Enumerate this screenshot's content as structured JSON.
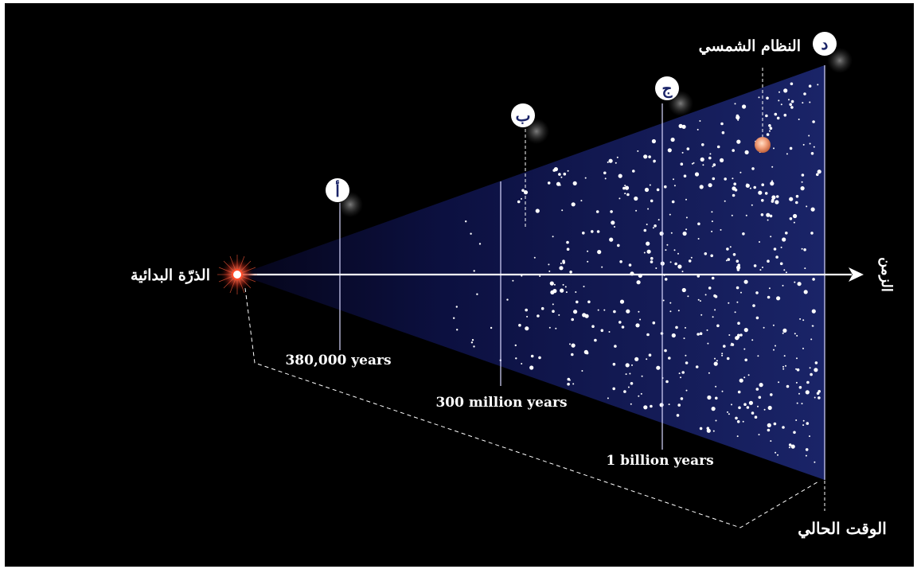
{
  "labels": {
    "origin": "الذرّة البدائية",
    "time_axis": "الزمن",
    "present": "الوقت الحالي",
    "solar_system": "النظام الشمسي"
  },
  "milestones": [
    {
      "marker": "أ",
      "time_label": "380,000 years"
    },
    {
      "marker": "ب",
      "time_label": "300 million years"
    },
    {
      "marker": "ج",
      "time_label": "1 billion years"
    },
    {
      "marker": "د",
      "time_label": ""
    }
  ],
  "colors": {
    "background": "#000000",
    "cone_start": "#0a0a2a",
    "cone_end": "#16205e",
    "star": "#ffffff",
    "solar_system": "#f2a07b",
    "origin_glow": "#ff4a2a"
  }
}
